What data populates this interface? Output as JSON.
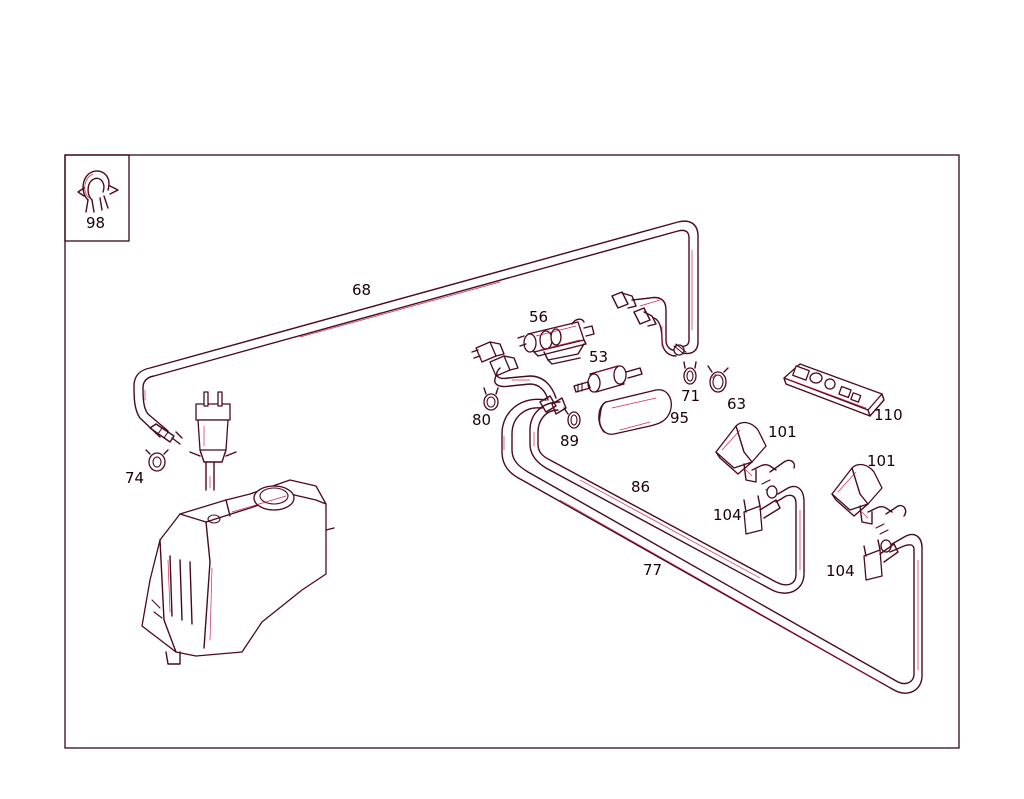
{
  "colors": {
    "line": "#4a0a1c",
    "accent": "#c8003a",
    "frame": "#3a0814",
    "label": "#1a0008"
  },
  "labels": {
    "p98": "98",
    "p68": "68",
    "p56": "56",
    "p53": "53",
    "p71": "71",
    "p63": "63",
    "p110": "110",
    "p80": "80",
    "p89": "89",
    "p95": "95",
    "p74": "74",
    "p101a": "101",
    "p101b": "101",
    "p86": "86",
    "p104a": "104",
    "p104b": "104",
    "p77": "77"
  }
}
